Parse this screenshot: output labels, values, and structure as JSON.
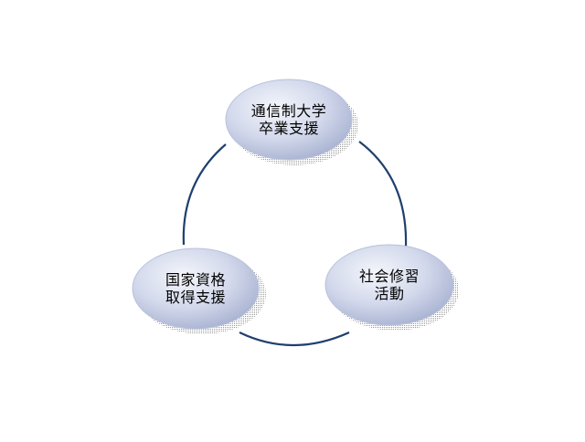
{
  "diagram": {
    "type": "cycle",
    "colors": {
      "connector": "#1f3f6e",
      "node_fill_light": "#f4f6fb",
      "node_fill_mid": "#d3d9ec",
      "node_fill_dark": "#a7b1d0",
      "node_outline": "#b9c2dc",
      "shadow": "#9a9a9a"
    },
    "nodes": [
      {
        "id": "top",
        "lines": [
          "通信制大学",
          "卒業支援"
        ]
      },
      {
        "id": "right",
        "lines": [
          "社会修習",
          "活動"
        ]
      },
      {
        "id": "left",
        "lines": [
          "国家資格",
          "取得支援"
        ]
      }
    ]
  }
}
